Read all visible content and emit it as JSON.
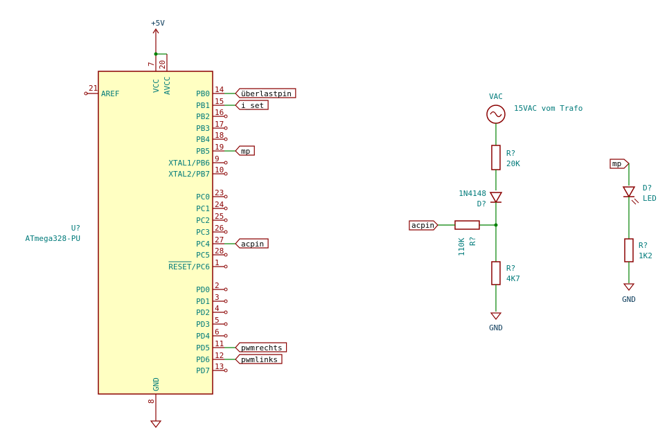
{
  "mcu": {
    "ref": "U?",
    "value": "ATmega328-PU",
    "left_pins": [
      {
        "num": "21",
        "name": "AREF"
      }
    ],
    "top_pins": [
      {
        "num": "7",
        "name": "VCC"
      },
      {
        "num": "20",
        "name": "AVCC"
      }
    ],
    "bottom_pins": [
      {
        "num": "8",
        "name": "GND"
      }
    ],
    "right_pins": [
      {
        "num": "14",
        "name": "PB0",
        "label": "überlastpin"
      },
      {
        "num": "15",
        "name": "PB1",
        "label": "i_set"
      },
      {
        "num": "16",
        "name": "PB2",
        "label": ""
      },
      {
        "num": "17",
        "name": "PB3",
        "label": ""
      },
      {
        "num": "18",
        "name": "PB4",
        "label": ""
      },
      {
        "num": "19",
        "name": "PB5",
        "label": "mp"
      },
      {
        "num": "9",
        "name": "XTAL1/PB6",
        "label": ""
      },
      {
        "num": "10",
        "name": "XTAL2/PB7",
        "label": ""
      },
      {
        "num": "23",
        "name": "PC0",
        "label": ""
      },
      {
        "num": "24",
        "name": "PC1",
        "label": ""
      },
      {
        "num": "25",
        "name": "PC2",
        "label": ""
      },
      {
        "num": "26",
        "name": "PC3",
        "label": ""
      },
      {
        "num": "27",
        "name": "PC4",
        "label": "acpin"
      },
      {
        "num": "28",
        "name": "PC5",
        "label": ""
      },
      {
        "num": "1",
        "name": "RESET/PC6",
        "label": ""
      },
      {
        "num": "2",
        "name": "PD0",
        "label": ""
      },
      {
        "num": "3",
        "name": "PD1",
        "label": ""
      },
      {
        "num": "4",
        "name": "PD2",
        "label": ""
      },
      {
        "num": "5",
        "name": "PD3",
        "label": ""
      },
      {
        "num": "6",
        "name": "PD4",
        "label": ""
      },
      {
        "num": "11",
        "name": "PD5",
        "label": "pwmrechts"
      },
      {
        "num": "12",
        "name": "PD6",
        "label": "pwmlinks"
      },
      {
        "num": "13",
        "name": "PD7",
        "label": ""
      }
    ]
  },
  "power": {
    "vcc": "+5V",
    "gnd": "GND"
  },
  "ac_circuit": {
    "source_ref": "VAC",
    "source_value": "15VAC vom Trafo",
    "r_top_ref": "R?",
    "r_top_value": "20K",
    "diode_value": "1N4148",
    "diode_ref": "D?",
    "r_series_ref": "R?",
    "r_series_value": "110K",
    "r_bottom_ref": "R?",
    "r_bottom_value": "4K7",
    "label": "acpin",
    "gnd": "GND"
  },
  "led_circuit": {
    "label": "mp",
    "led_ref": "D?",
    "led_value": "LED",
    "r_ref": "R?",
    "r_value": "1K2",
    "gnd": "GND"
  },
  "colors": {
    "wire": "#008000",
    "component": "#8a0000",
    "component_fill": "#ffffc2",
    "pin_text": "#007a7a",
    "label_text": "#000000"
  }
}
